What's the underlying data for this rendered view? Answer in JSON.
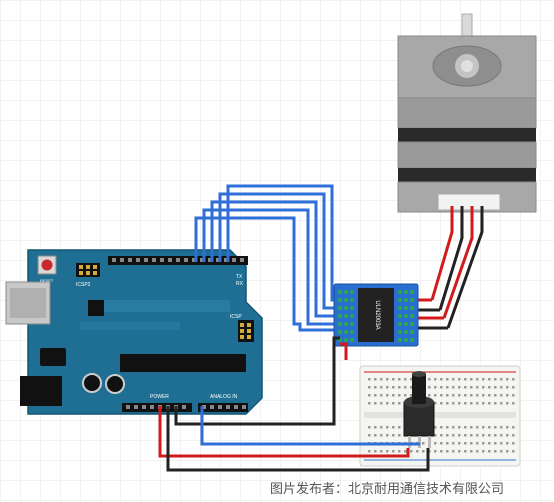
{
  "page": {
    "background": "#ffffff",
    "grid_color": "#e6e6e6"
  },
  "arduino": {
    "board_color": "#1f6f94",
    "reset_label": "RESET",
    "icsp_label": "ICSP2",
    "icsp_right_label": "ICSP",
    "tx_label": "TX",
    "rx_label": "RX",
    "power_label": "POWER",
    "analog_label": "ANALOG IN"
  },
  "driver": {
    "chip_label": "ULN2003A",
    "board_color": "#2a6fd0",
    "chip_color": "#222222"
  },
  "stepper": {
    "body_color": "#9a9a9a",
    "dark_band_color": "#2a2a2a"
  },
  "potentiometer": {
    "knob_color": "#1a1a1a"
  },
  "wires": {
    "signal_color": "#2f6fd8",
    "power_color": "#d21a1a",
    "ground_color": "#222222"
  },
  "watermark": "图片发布者：北京耐用通信技术有限公司"
}
